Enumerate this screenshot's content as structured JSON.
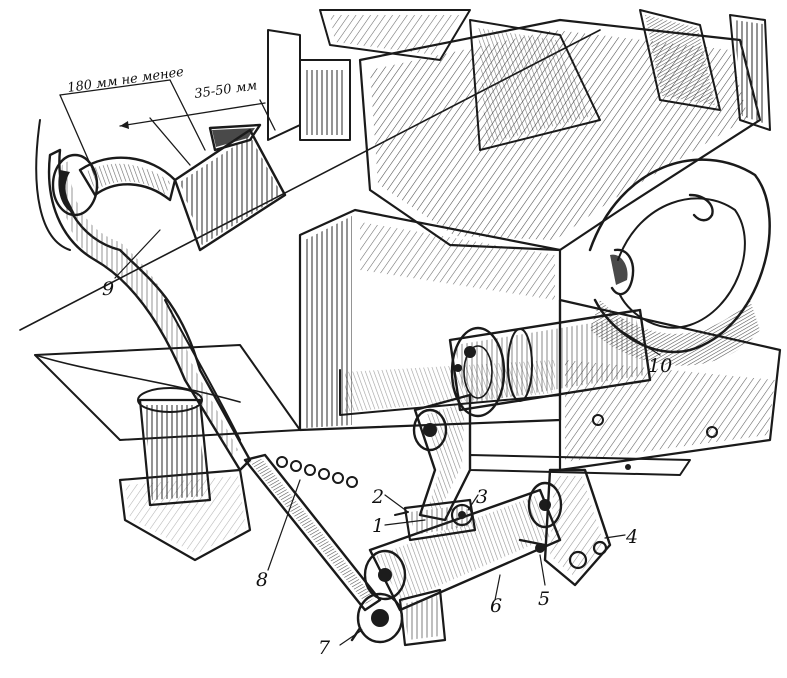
{
  "figure": {
    "dimensions": {
      "pedal_travel": "180 мм не менее",
      "free_play": "35-50 мм"
    },
    "callouts": [
      {
        "id": "1",
        "text": "1"
      },
      {
        "id": "2",
        "text": "2"
      },
      {
        "id": "3",
        "text": "3"
      },
      {
        "id": "4",
        "text": "4"
      },
      {
        "id": "5",
        "text": "5"
      },
      {
        "id": "6",
        "text": "6"
      },
      {
        "id": "7",
        "text": "7"
      },
      {
        "id": "8",
        "text": "8"
      },
      {
        "id": "9",
        "text": "9"
      },
      {
        "id": "10",
        "text": "10"
      }
    ]
  }
}
